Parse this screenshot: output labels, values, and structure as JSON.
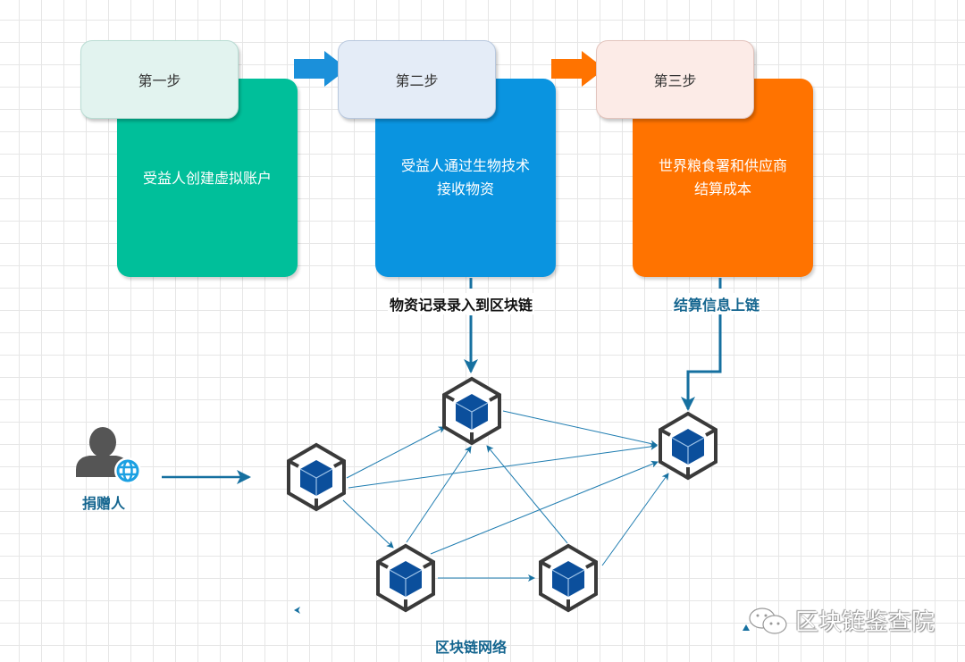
{
  "steps": [
    {
      "tab_label": "第一步",
      "body": "受益人创建虚拟账户",
      "color": "#00BF9A",
      "tab_color": "#E2F3EF"
    },
    {
      "tab_label": "第二步",
      "body_line1": "受益人通过生物技术",
      "body_line2": "接收物资",
      "color": "#0A94E0",
      "tab_color": "#E4ECF7"
    },
    {
      "tab_label": "第三步",
      "body_line1": "世界粮食署和供应商",
      "body_line2": "结算成本",
      "color": "#FF7300",
      "tab_color": "#FCEBE7"
    }
  ],
  "connector_labels": {
    "step2": "物资记录录入到区块链",
    "step3": "结算信息上链"
  },
  "donor": {
    "label": "捐赠人",
    "icon": "user-globe-icon"
  },
  "network": {
    "label": "区块链网络",
    "node_icon": "blockchain-node-icon",
    "node_count": 5
  },
  "watermark": {
    "icon": "wechat-icon",
    "text": "区块链鉴查院"
  },
  "colors": {
    "arrow_blue": "#1B90DA",
    "arrow_orange": "#FF7300",
    "link": "#1670A0",
    "node_outline": "#3a3a3a",
    "node_cube": "#0B4F9C",
    "label_blue": "#14658F"
  }
}
